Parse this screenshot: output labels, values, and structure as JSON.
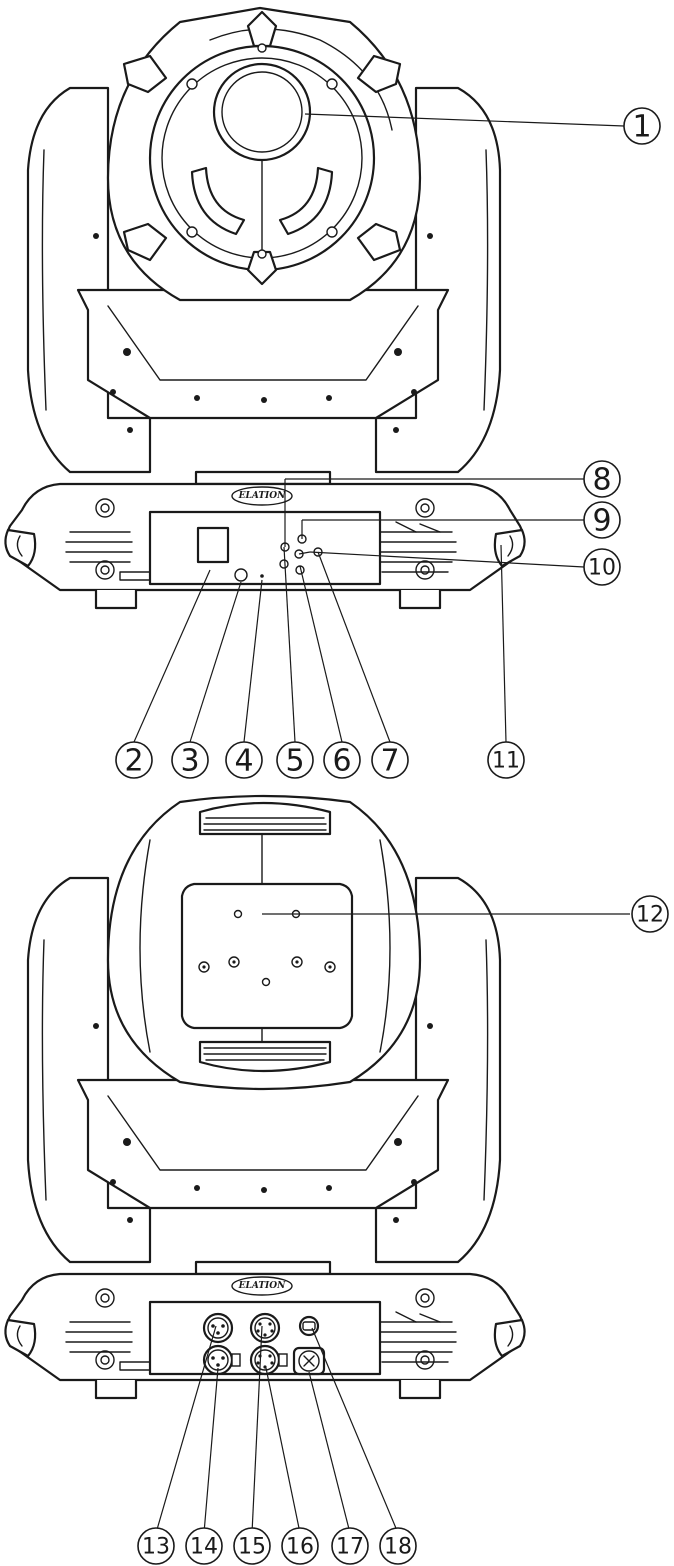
{
  "brand_logo": "ELATION",
  "callouts": [
    {
      "id": "callout-1",
      "label": "1"
    },
    {
      "id": "callout-2",
      "label": "2"
    },
    {
      "id": "callout-3",
      "label": "3"
    },
    {
      "id": "callout-4",
      "label": "4"
    },
    {
      "id": "callout-5",
      "label": "5"
    },
    {
      "id": "callout-6",
      "label": "6"
    },
    {
      "id": "callout-7",
      "label": "7"
    },
    {
      "id": "callout-8",
      "label": "8"
    },
    {
      "id": "callout-9",
      "label": "9"
    },
    {
      "id": "callout-10",
      "label": "10"
    },
    {
      "id": "callout-11",
      "label": "11"
    },
    {
      "id": "callout-12",
      "label": "12"
    },
    {
      "id": "callout-13",
      "label": "13"
    },
    {
      "id": "callout-14",
      "label": "14"
    },
    {
      "id": "callout-15",
      "label": "15"
    },
    {
      "id": "callout-16",
      "label": "16"
    },
    {
      "id": "callout-17",
      "label": "17"
    },
    {
      "id": "callout-18",
      "label": "18"
    }
  ]
}
